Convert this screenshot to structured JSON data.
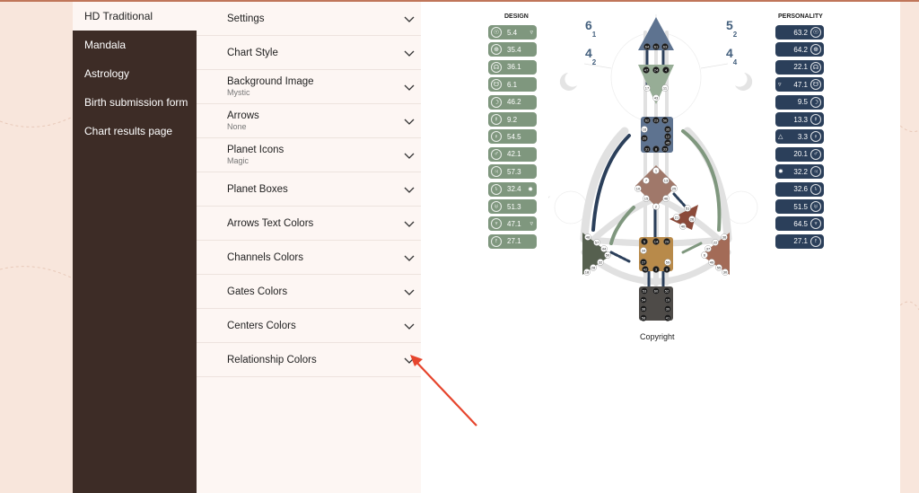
{
  "sidebar": {
    "items": [
      {
        "label": "HD Traditional"
      },
      {
        "label": "Mandala"
      },
      {
        "label": "Astrology"
      },
      {
        "label": "Birth submission form"
      },
      {
        "label": "Chart results page"
      }
    ]
  },
  "settings": {
    "sections": [
      {
        "title": "Settings",
        "sub": ""
      },
      {
        "title": "Chart Style",
        "sub": ""
      },
      {
        "title": "Background Image",
        "sub": "Mystic"
      },
      {
        "title": "Arrows",
        "sub": "None"
      },
      {
        "title": "Planet Icons",
        "sub": "Magic"
      },
      {
        "title": "Planet Boxes",
        "sub": ""
      },
      {
        "title": "Arrows Text Colors",
        "sub": ""
      },
      {
        "title": "Channels Colors",
        "sub": ""
      },
      {
        "title": "Gates Colors",
        "sub": ""
      },
      {
        "title": "Centers Colors",
        "sub": ""
      },
      {
        "title": "Relationship Colors",
        "sub": ""
      }
    ]
  },
  "chart": {
    "design_label": "DESIGN",
    "personality_label": "PERSONALITY",
    "copyright": "Copyright",
    "numbers": {
      "tl_big": "6",
      "tl_small": "1",
      "bl_big": "4",
      "bl_small": "2",
      "tr_big": "5",
      "tr_small": "2",
      "br_big": "4",
      "br_small": "4"
    },
    "design": [
      {
        "value": "5.4",
        "glyph": "☉",
        "arrow": "▿"
      },
      {
        "value": "35.4",
        "glyph": "⊕",
        "arrow": ""
      },
      {
        "value": "36.1",
        "glyph": "☊",
        "arrow": ""
      },
      {
        "value": "6.1",
        "glyph": "☋",
        "arrow": ""
      },
      {
        "value": "46.2",
        "glyph": "☽",
        "arrow": ""
      },
      {
        "value": "9.2",
        "glyph": "☿",
        "arrow": ""
      },
      {
        "value": "54.5",
        "glyph": "♀",
        "arrow": ""
      },
      {
        "value": "42.1",
        "glyph": "♂",
        "arrow": ""
      },
      {
        "value": "57.3",
        "glyph": "♃",
        "arrow": ""
      },
      {
        "value": "32.4",
        "glyph": "♄",
        "arrow": "✸"
      },
      {
        "value": "51.3",
        "glyph": "♅",
        "arrow": ""
      },
      {
        "value": "47.1",
        "glyph": "♆",
        "arrow": "▿"
      },
      {
        "value": "27.1",
        "glyph": "♇",
        "arrow": ""
      }
    ],
    "personality": [
      {
        "value": "63.2",
        "glyph": "☉",
        "arrow": ""
      },
      {
        "value": "64.2",
        "glyph": "⊕",
        "arrow": ""
      },
      {
        "value": "22.1",
        "glyph": "☊",
        "arrow": ""
      },
      {
        "value": "47.1",
        "glyph": "☋",
        "arrow": "▿"
      },
      {
        "value": "9.5",
        "glyph": "☽",
        "arrow": ""
      },
      {
        "value": "13.3",
        "glyph": "☿",
        "arrow": ""
      },
      {
        "value": "3.3",
        "glyph": "♀",
        "arrow": "△"
      },
      {
        "value": "20.1",
        "glyph": "♂",
        "arrow": ""
      },
      {
        "value": "32.2",
        "glyph": "♃",
        "arrow": "✸"
      },
      {
        "value": "32.6",
        "glyph": "♄",
        "arrow": ""
      },
      {
        "value": "51.5",
        "glyph": "♅",
        "arrow": ""
      },
      {
        "value": "64.5",
        "glyph": "♆",
        "arrow": ""
      },
      {
        "value": "27.1",
        "glyph": "♇",
        "arrow": ""
      }
    ],
    "gates": {
      "head": [
        "64",
        "61",
        "63"
      ],
      "ajna": [
        "47",
        "24",
        "4",
        "17",
        "11",
        "43"
      ],
      "throat": [
        "62",
        "23",
        "56",
        "16",
        "35",
        "20",
        "12",
        "45",
        "31",
        "8",
        "33"
      ],
      "g": [
        "1",
        "7",
        "13",
        "10",
        "25",
        "15",
        "46",
        "2"
      ],
      "heart": [
        "21",
        "51",
        "26",
        "40"
      ],
      "sacral": [
        "5",
        "14",
        "29",
        "34",
        "27",
        "59",
        "42",
        "3",
        "9"
      ],
      "spleen": [
        "48",
        "57",
        "44",
        "50",
        "32",
        "28",
        "18"
      ],
      "solar": [
        "36",
        "22",
        "37",
        "6",
        "49",
        "55",
        "30"
      ],
      "root": [
        "53",
        "60",
        "52",
        "54",
        "19",
        "38",
        "39",
        "58",
        "41"
      ]
    }
  },
  "colors": {
    "sidebar_bg": "#3d2c26",
    "design_box": "#7f977e",
    "personality_box": "#2b3f5a",
    "arrow_annotation": "#e6452d"
  }
}
